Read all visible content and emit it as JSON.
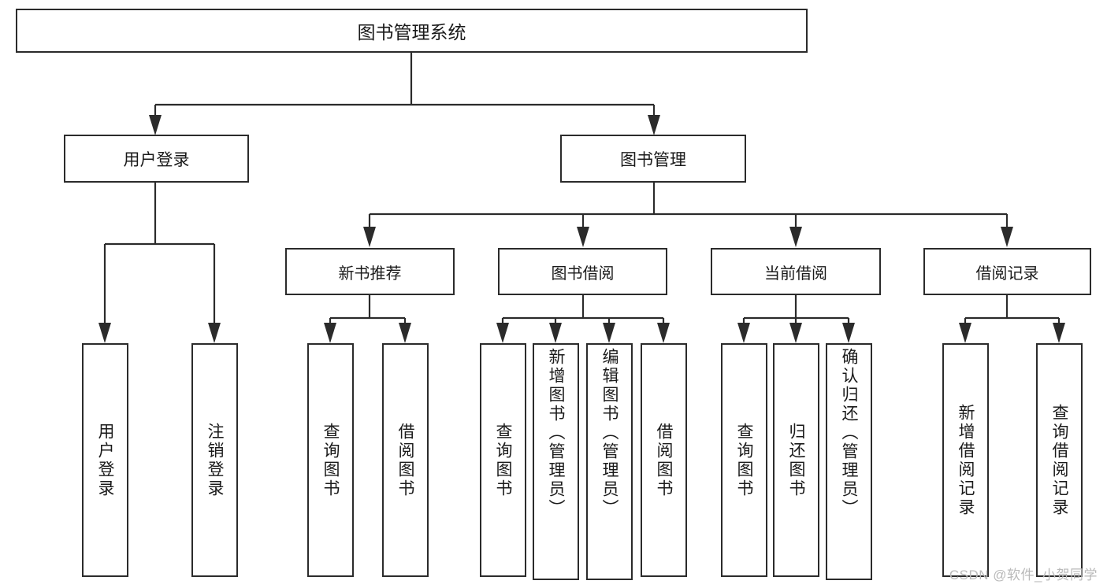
{
  "diagram": {
    "type": "tree",
    "title": "图书管理系统",
    "watermark": "CSDN @软件_小贺同学",
    "colors": {
      "stroke": "#2b2b2b",
      "fill": "#ffffff",
      "text": "#1a1a1a",
      "watermark": "#b9b9b9"
    },
    "root": {
      "label": "图书管理系统"
    },
    "level2": [
      {
        "label": "用户登录"
      },
      {
        "label": "图书管理"
      }
    ],
    "level3": [
      {
        "label": "新书推荐"
      },
      {
        "label": "图书借阅"
      },
      {
        "label": "当前借阅"
      },
      {
        "label": "借阅记录"
      }
    ],
    "leaves": {
      "user_login": [
        {
          "label": "用户登录"
        },
        {
          "label": "注销登录"
        }
      ],
      "new_book_recommend": [
        {
          "label": "查询图书"
        },
        {
          "label": "借阅图书"
        }
      ],
      "book_borrow": [
        {
          "label": "查询图书"
        },
        {
          "label": "新增图书（管理员）"
        },
        {
          "label": "编辑图书（管理员）"
        },
        {
          "label": "借阅图书"
        }
      ],
      "current_borrow": [
        {
          "label": "查询图书"
        },
        {
          "label": "归还图书"
        },
        {
          "label": "确认归还（管理员）"
        }
      ],
      "borrow_records": [
        {
          "label": "新增借阅记录"
        },
        {
          "label": "查询借阅记录"
        }
      ]
    }
  }
}
